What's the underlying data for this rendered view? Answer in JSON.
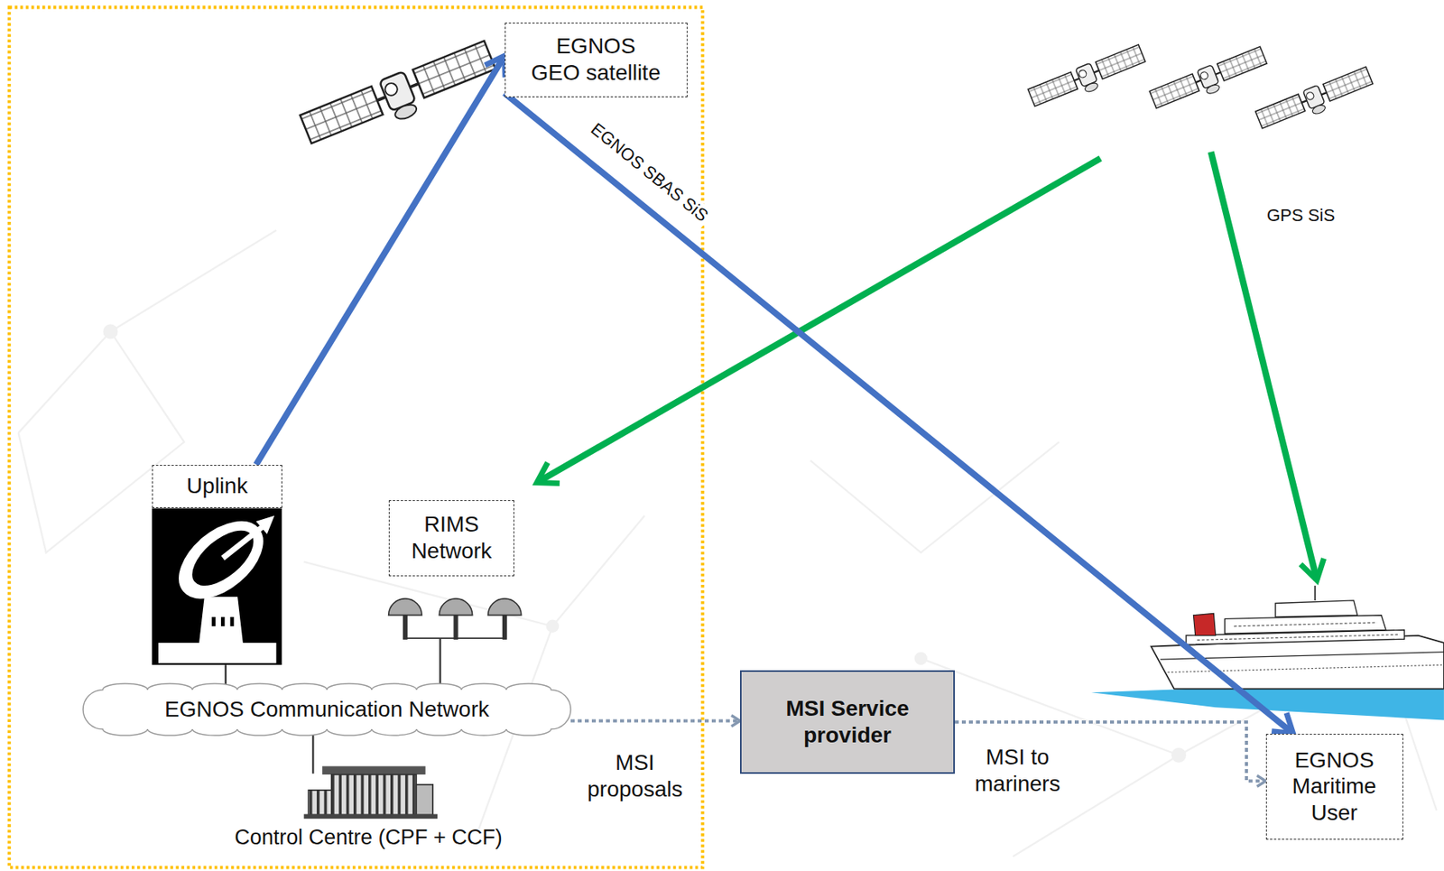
{
  "diagram": {
    "nodes": [
      {
        "text": [
          "EGNOS GEO satellite"
        ]
      },
      {
        "text": [
          "Uplink"
        ]
      },
      {
        "text": [
          "RIMS Network"
        ]
      },
      {
        "text": [
          "EGNOS Communication Network"
        ]
      },
      {
        "text": [
          "MSI Service provider"
        ]
      },
      {
        "text": [
          "EGNOS Maritime User"
        ]
      }
    ],
    "edges": [
      {
        "from": 1,
        "to": 0,
        "arrow": "to"
      },
      {
        "from": 0,
        "to": 5,
        "label": "EGNOS SBAS SiS",
        "arrow": "to"
      },
      {
        "from": 3,
        "to": 4,
        "label": "MSI proposals",
        "arrow": "to"
      },
      {
        "from": 4,
        "to": 5,
        "label": "MSI to mariners",
        "arrow": "to"
      }
    ],
    "labels": [
      "GPS SiS",
      "Control Centre (CPF + CCF)"
    ]
  }
}
